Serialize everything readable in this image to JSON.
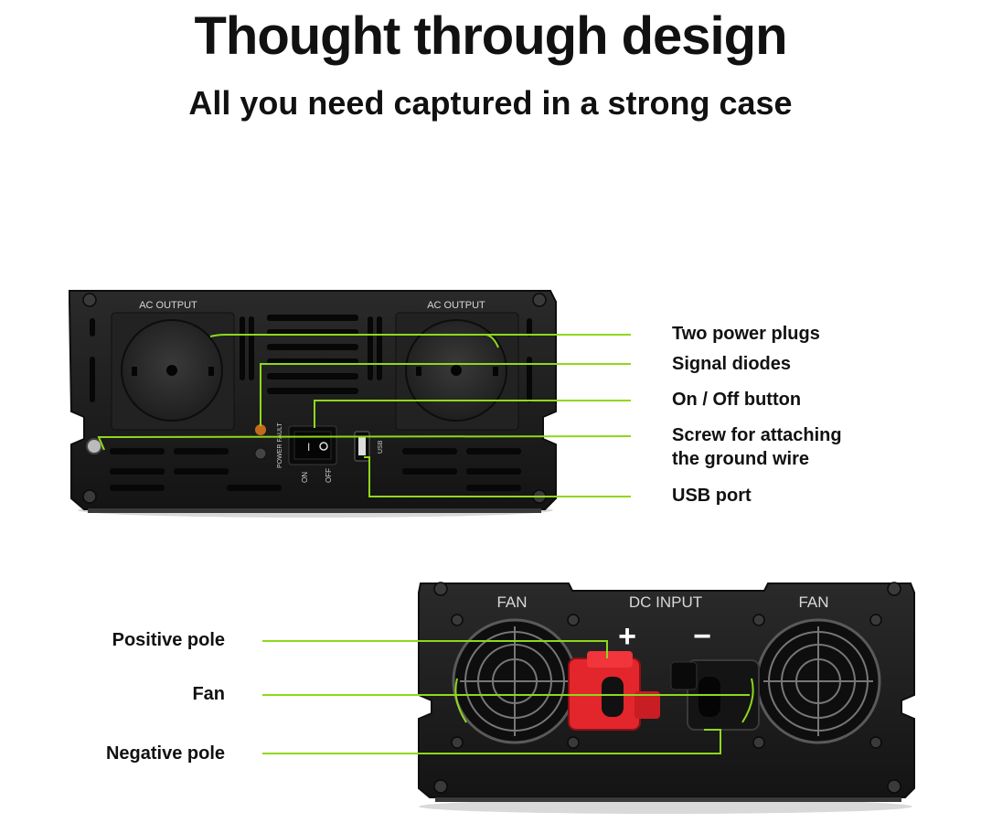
{
  "title": "Thought through design",
  "subtitle": "All you need captured in a strong case",
  "front_panel": {
    "ac_output_left": "AC OUTPUT",
    "ac_output_right": "AC OUTPUT",
    "power_fault": "POWER FAULT",
    "switch_on": "ON",
    "switch_off": "OFF",
    "usb": "USB"
  },
  "back_panel": {
    "fan_left": "FAN",
    "fan_right": "FAN",
    "dc_input": "DC INPUT",
    "plus": "+",
    "minus": "−"
  },
  "callouts_right": [
    {
      "text": "Two power plugs"
    },
    {
      "text": "Signal diodes"
    },
    {
      "text": "On / Off button"
    },
    {
      "line1": "Screw for attaching",
      "line2": "the ground wire"
    },
    {
      "text": "USB port"
    }
  ],
  "callouts_left": [
    {
      "text": "Positive pole"
    },
    {
      "text": "Fan"
    },
    {
      "text": "Negative pole"
    }
  ],
  "colors": {
    "accent_line": "#8ed81c",
    "case": "#1b1b1b",
    "positive_terminal": "#e3262c",
    "negative_terminal": "#141414"
  }
}
